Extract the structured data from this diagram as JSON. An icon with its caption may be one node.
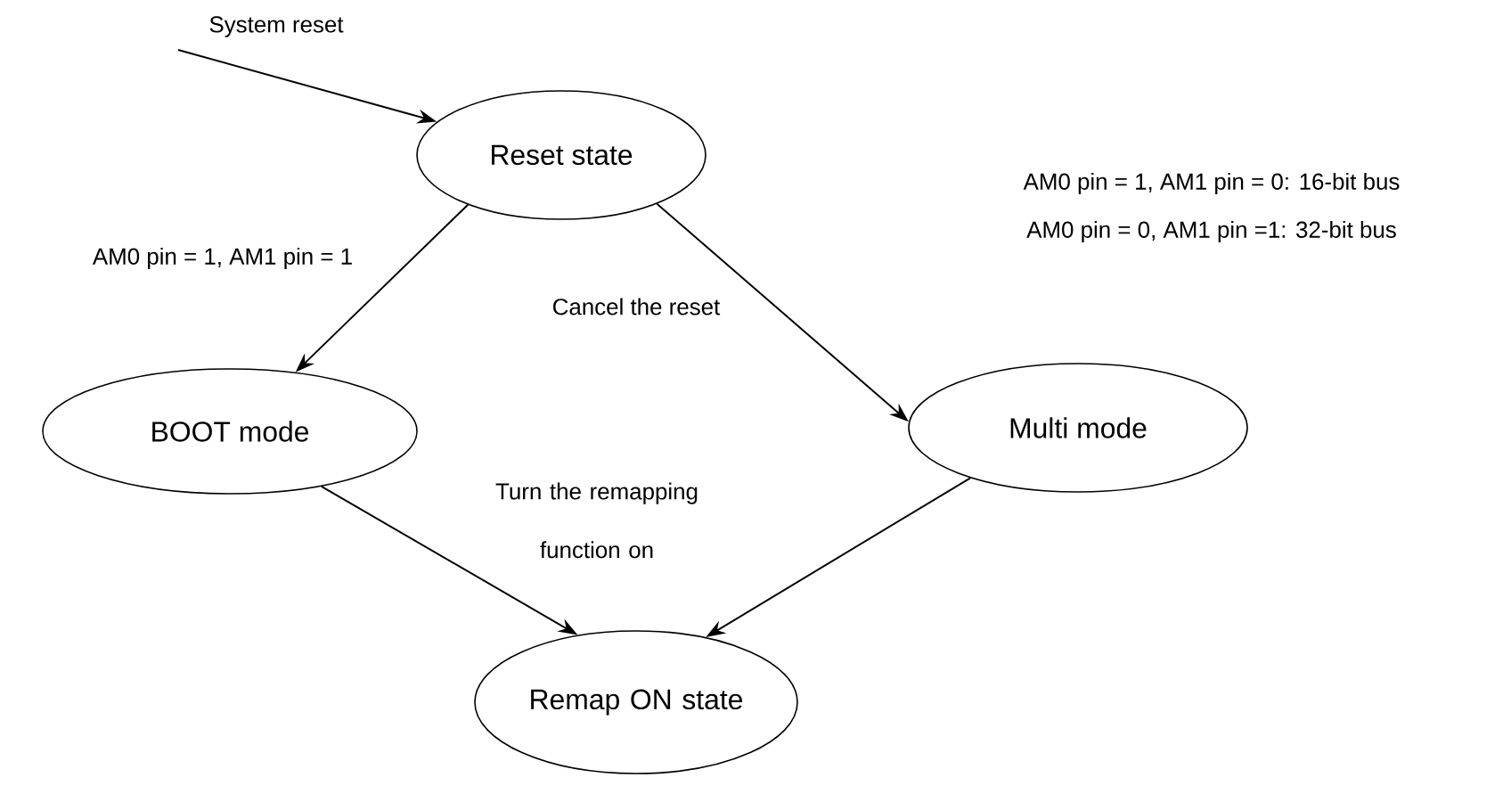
{
  "diagram": {
    "nodes": [
      {
        "text": [
          "Reset state"
        ]
      },
      {
        "text": [
          "BOOT mode"
        ]
      },
      {
        "text": [
          "Multi mode"
        ]
      },
      {
        "text": [
          "Remap ON state"
        ]
      }
    ],
    "edges": [
      {
        "from": null,
        "to": 0,
        "arrow": "to",
        "label": "System reset"
      },
      {
        "from": 0,
        "to": 1,
        "arrow": "to"
      },
      {
        "from": 0,
        "to": 2,
        "arrow": "to"
      },
      {
        "from": 1,
        "to": 3,
        "arrow": "to"
      },
      {
        "from": 2,
        "to": 3,
        "arrow": "to"
      }
    ],
    "labels": [
      "AM0 pin = 1, AM1 pin = 0: 16-bit bus",
      "AM0 pin = 1, AM1 pin = 1",
      "AM0 pin = 0, AM1 pin =1: 32-bit bus",
      "Cancel the reset",
      "Turn the remapping function on"
    ]
  }
}
